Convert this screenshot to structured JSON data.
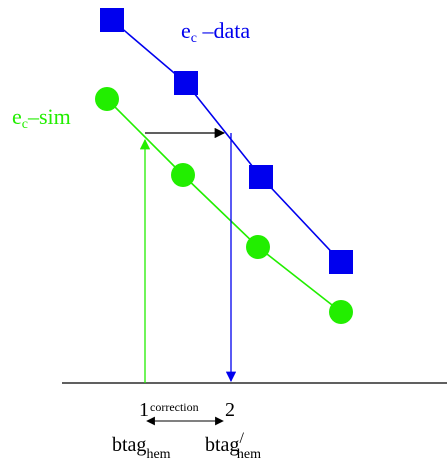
{
  "colors": {
    "data_series": "#0000ee",
    "sim_series": "#22ee00",
    "axis": "#000000",
    "arrow_correction": "#000000"
  },
  "series": {
    "data": {
      "label_main": "e",
      "label_sub": "c",
      "label_rest": " –data"
    },
    "sim": {
      "label_main": "e",
      "label_sub": "c",
      "label_rest": "–sim"
    }
  },
  "axis": {
    "tick_1": "1",
    "tick_2": "2",
    "correction_label": "correction",
    "btag_left_main": "btag",
    "btag_left_sub": "hem",
    "btag_right_main": "btag",
    "btag_right_prime": "/",
    "btag_right_sub": "hem"
  },
  "markers": {
    "data_shape": "square",
    "sim_shape": "circle"
  }
}
